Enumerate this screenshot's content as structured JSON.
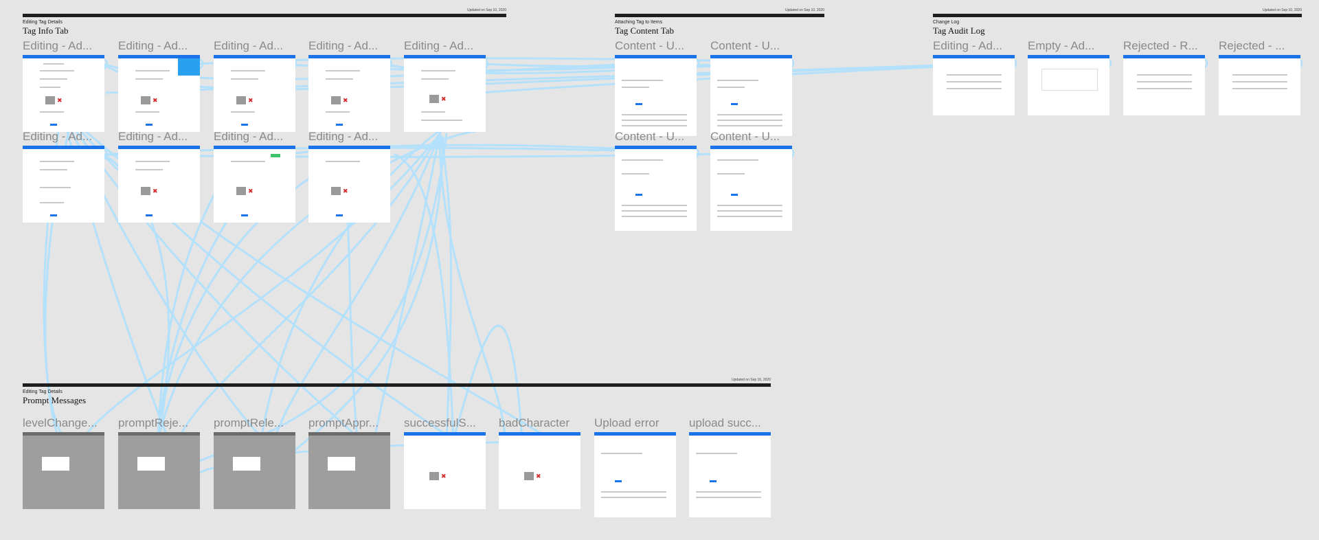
{
  "canvas": {
    "background": "#e5e5e5",
    "wire_color": "#b3e0fb"
  },
  "sections": [
    {
      "id": "tag-info",
      "sub": "Editing Tag Details",
      "title": "Tag Info Tab",
      "updated": "Updated on Sep 10, 2020"
    },
    {
      "id": "tag-content",
      "sub": "Attaching Tag to Items",
      "title": "Tag Content Tab",
      "updated": "Updated on Sep 10, 2020"
    },
    {
      "id": "change-log",
      "sub": "Change Log",
      "title": "Tag Audit Log",
      "updated": "Updated on Sep 10, 2020"
    },
    {
      "id": "prompt",
      "sub": "Editing Tag Details",
      "title": "Prompt Messages",
      "updated": "Updated on Sep 16, 2020"
    }
  ],
  "frames": [
    {
      "label": "Editing - Ad..."
    },
    {
      "label": "Editing - Ad..."
    },
    {
      "label": "Editing - Ad..."
    },
    {
      "label": "Editing - Ad..."
    },
    {
      "label": "Editing - Ad..."
    },
    {
      "label": "Editing - Ad..."
    },
    {
      "label": "Editing - Ad..."
    },
    {
      "label": "Editing - Ad..."
    },
    {
      "label": "Editing - Ad..."
    },
    {
      "label": "Content - U..."
    },
    {
      "label": "Content - U..."
    },
    {
      "label": "Content - U..."
    },
    {
      "label": "Content - U..."
    },
    {
      "label": "Editing - Ad..."
    },
    {
      "label": "Empty - Ad..."
    },
    {
      "label": "Rejected - R..."
    },
    {
      "label": "Rejected - ..."
    },
    {
      "label": "levelChange..."
    },
    {
      "label": "promptReje..."
    },
    {
      "label": "promptRele..."
    },
    {
      "label": "promptAppr..."
    },
    {
      "label": "successfulS..."
    },
    {
      "label": "badCharacter"
    },
    {
      "label": "Upload error"
    },
    {
      "label": "upload succ..."
    }
  ]
}
